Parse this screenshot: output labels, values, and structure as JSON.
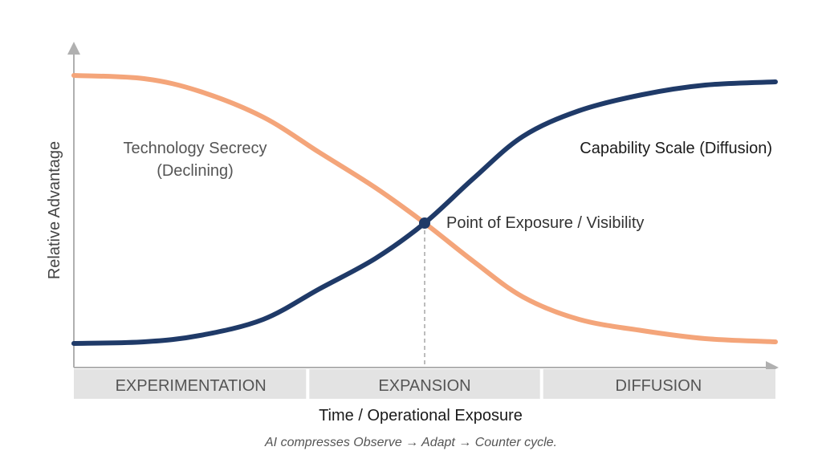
{
  "chart_data": {
    "type": "line",
    "title": "",
    "xlabel": "Time / Operational Exposure",
    "ylabel": "Relative Advantage",
    "xlim": [
      0,
      100
    ],
    "ylim": [
      0,
      100
    ],
    "grid": false,
    "series": [
      {
        "name": "Technology Secrecy (Declining)",
        "label_line1": "Technology Secrecy",
        "label_line2": "(Declining)",
        "color": "#f4a57a",
        "x": [
          0,
          10,
          18,
          27,
          35,
          43,
          50,
          57,
          64,
          72,
          81,
          90,
          100
        ],
        "y": [
          91,
          90,
          86,
          78,
          67,
          56,
          45,
          33,
          22,
          15,
          11.5,
          9,
          8
        ]
      },
      {
        "name": "Capability Scale (Diffusion)",
        "color": "#1f3a68",
        "x": [
          0,
          10,
          18,
          27,
          35,
          43,
          50,
          57,
          64,
          72,
          81,
          90,
          100
        ],
        "y": [
          7.5,
          8,
          10,
          15,
          24.5,
          34,
          45,
          59,
          72,
          80,
          85,
          88,
          89
        ]
      }
    ],
    "annotation": {
      "label": "Point of Exposure / Visibility",
      "x": 50,
      "y": 45
    },
    "phases": [
      "EXPERIMENTATION",
      "EXPANSION",
      "DIFFUSION"
    ],
    "caption": "AI compresses Observe → Adapt → Counter cycle."
  }
}
